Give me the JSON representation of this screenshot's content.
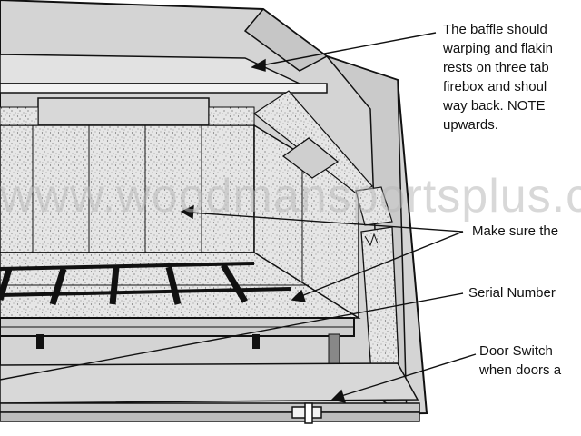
{
  "callouts": {
    "baffle": [
      "The baffle should",
      "warping and flakin",
      "rests on three tab",
      "firebox and shoul",
      "way back.   NOTE",
      "upwards."
    ],
    "make_sure": "Make sure the",
    "serial": "Serial Number",
    "door_switch": [
      "Door Switch",
      "when doors a"
    ]
  },
  "watermark": "www.woodmansportsplus.c",
  "colors": {
    "line": "#111111",
    "firebrick": "#e4e4e4",
    "panel": "#d6d6d6",
    "grate": "#111111"
  }
}
